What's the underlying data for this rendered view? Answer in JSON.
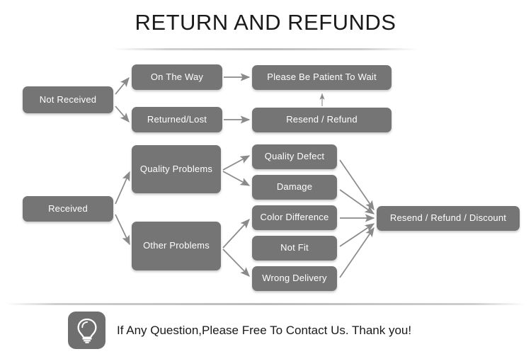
{
  "page": {
    "title": "RETURN AND REFUNDS",
    "background_color": "#ffffff",
    "box_color": "#757575",
    "box_text_color": "#ffffff",
    "arrow_color": "#8a8a8a",
    "title_color": "#1a1a1a"
  },
  "nodes": {
    "not_received": "Not Received",
    "on_the_way": "On The Way",
    "returned_lost": "Returned/Lost",
    "please_be_patient": "Please Be Patient To Wait",
    "resend_refund": "Resend / Refund",
    "received": "Received",
    "quality_problems": "Quality Problems",
    "other_problems": "Other Problems",
    "quality_defect": "Quality Defect",
    "damage": "Damage",
    "color_difference": "Color Difference",
    "not_fit": "Not Fit",
    "wrong_delivery": "Wrong Delivery",
    "resend_refund_discount": "Resend / Refund / Discount"
  },
  "flow": {
    "edges": [
      {
        "from": "Not Received",
        "to": "On The Way"
      },
      {
        "from": "Not Received",
        "to": "Returned/Lost"
      },
      {
        "from": "On The Way",
        "to": "Please Be Patient To Wait"
      },
      {
        "from": "Returned/Lost",
        "to": "Resend / Refund"
      },
      {
        "from": "Resend / Refund",
        "to": "Please Be Patient To Wait"
      },
      {
        "from": "Received",
        "to": "Quality Problems"
      },
      {
        "from": "Received",
        "to": "Other Problems"
      },
      {
        "from": "Quality Problems",
        "to": "Quality Defect"
      },
      {
        "from": "Quality Problems",
        "to": "Damage"
      },
      {
        "from": "Other Problems",
        "to": "Color Difference"
      },
      {
        "from": "Other Problems",
        "to": "Wrong Delivery"
      },
      {
        "from": "Quality Defect",
        "to": "Resend / Refund / Discount"
      },
      {
        "from": "Damage",
        "to": "Resend / Refund / Discount"
      },
      {
        "from": "Color Difference",
        "to": "Resend / Refund / Discount"
      },
      {
        "from": "Not Fit",
        "to": "Resend / Refund / Discount"
      },
      {
        "from": "Wrong Delivery",
        "to": "Resend / Refund / Discount"
      }
    ]
  },
  "footer": {
    "icon": "lightbulb-icon",
    "text": "If Any Question,Please Free To Contact Us. Thank you!"
  }
}
